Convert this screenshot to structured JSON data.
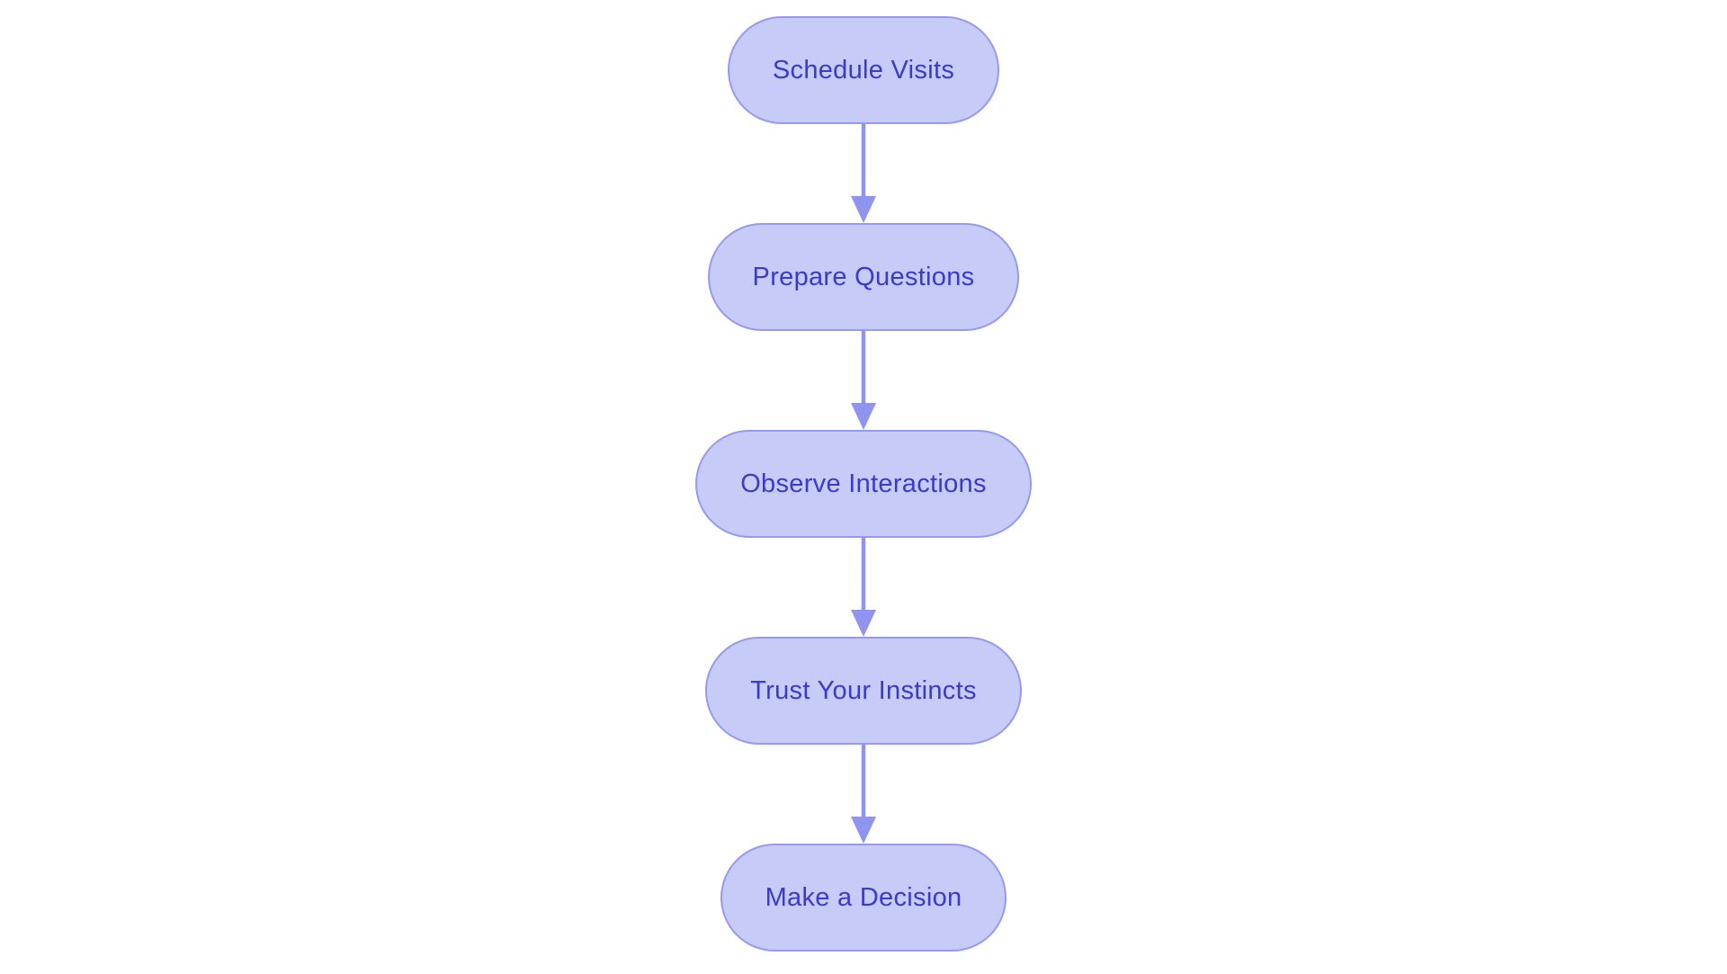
{
  "diagram": {
    "type": "flowchart",
    "direction": "top-down",
    "title": "",
    "nodes": [
      {
        "id": "n1",
        "label": "Schedule Visits",
        "shape": "stadium"
      },
      {
        "id": "n2",
        "label": "Prepare Questions",
        "shape": "stadium"
      },
      {
        "id": "n3",
        "label": "Observe Interactions",
        "shape": "stadium"
      },
      {
        "id": "n4",
        "label": "Trust Your Instincts",
        "shape": "stadium"
      },
      {
        "id": "n5",
        "label": "Make a Decision",
        "shape": "stadium"
      }
    ],
    "edges": [
      {
        "from": "n1",
        "to": "n2",
        "style": "arrow-down"
      },
      {
        "from": "n2",
        "to": "n3",
        "style": "arrow-down"
      },
      {
        "from": "n3",
        "to": "n4",
        "style": "arrow-down"
      },
      {
        "from": "n4",
        "to": "n5",
        "style": "arrow-down"
      }
    ],
    "colors": {
      "node_fill": "#c7cbf7",
      "node_border": "#959af0",
      "node_text": "#3b3acd",
      "arrow": "#8f95ee",
      "canvas_bg": "#ffffff"
    }
  }
}
